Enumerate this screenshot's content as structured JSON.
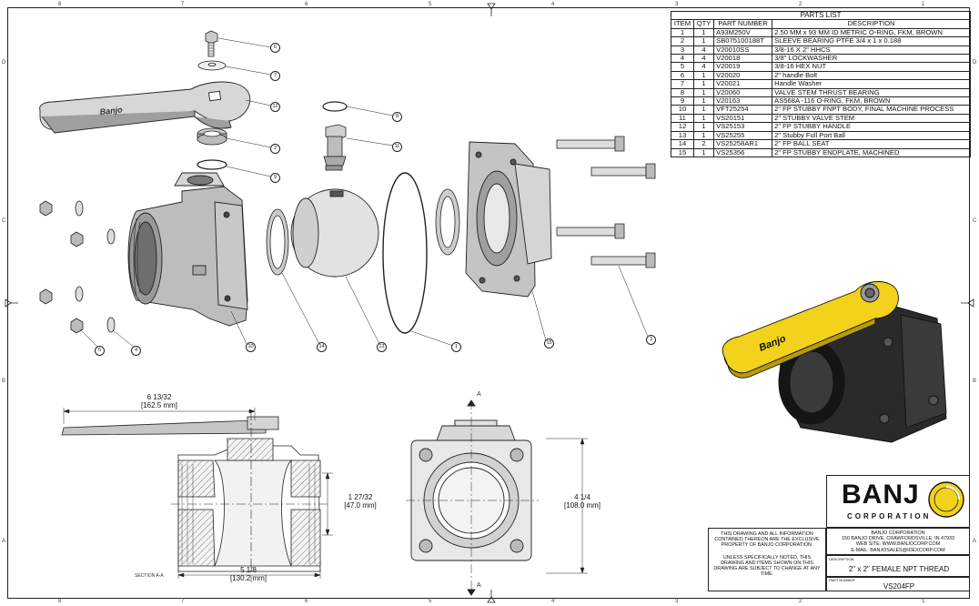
{
  "parts_list": {
    "title": "PARTS LIST",
    "headers": [
      "ITEM",
      "QTY",
      "PART NUMBER",
      "DESCRIPTION"
    ],
    "rows": [
      [
        "1",
        "1",
        "A93M250V",
        "2.50 MM x 93 MM ID METRIC O-RING, FKM, BROWN"
      ],
      [
        "2",
        "1",
        "SB075100188T",
        "SLEEVE BEARING PTFE 3/4 x 1 x 0.188"
      ],
      [
        "3",
        "4",
        "V20010SS",
        "3/8-16 X 2\" HHCS"
      ],
      [
        "4",
        "4",
        "V20018",
        "3/8\" LOCKWASHER"
      ],
      [
        "5",
        "4",
        "V20019",
        "3/8-16 HEX NUT"
      ],
      [
        "6",
        "1",
        "V20020",
        "2\" handle Bolt"
      ],
      [
        "7",
        "1",
        "V20021",
        "Handle Washer"
      ],
      [
        "8",
        "1",
        "V20060",
        "VALVE STEM THRUST BEARING"
      ],
      [
        "9",
        "1",
        "V20163",
        "AS568A -116 O-RING, FKM, BROWN"
      ],
      [
        "10",
        "1",
        "VFT25254",
        "2\" FP STUBBY FNPT BODY, FINAL MACHINE PROCESS"
      ],
      [
        "11",
        "1",
        "VS20151",
        "2\" STUBBY VALVE STEM"
      ],
      [
        "12",
        "1",
        "VS25153",
        "2\" FP STUBBY HANDLE"
      ],
      [
        "13",
        "1",
        "VS25255",
        "2\" Stubby Full Port Ball"
      ],
      [
        "14",
        "2",
        "VS25258AR1",
        "2\" FP BALL SEAT"
      ],
      [
        "15",
        "1",
        "VS25356",
        "2\" FP STUBBY ENDPLATE, MACHINED"
      ]
    ]
  },
  "border": {
    "top_numbers": [
      "8",
      "7",
      "6",
      "5",
      "4",
      "3",
      "2",
      "1"
    ],
    "side_letters": [
      "D",
      "C",
      "B",
      "A"
    ]
  },
  "callouts": {
    "c6": "6",
    "c7": "7",
    "c12": "12",
    "c2": "2",
    "c9": "9",
    "c8": "8",
    "c11": "11",
    "c10": "10",
    "c14": "14",
    "c13": "13",
    "c1": "1",
    "c15": "15",
    "c3": "3",
    "c5": "5",
    "c4": "4"
  },
  "dimensions": {
    "handle_length": "6 13/32",
    "handle_length_mm": "[162.5 mm]",
    "port_dia": "1 27/32",
    "port_dia_mm": "[47.0 mm]",
    "body_length": "5 1/8",
    "body_length_mm": "[130.2 mm]",
    "flange_height": "4 1/4",
    "flange_height_mm": "[108.0 mm]",
    "section_label": "SECTION A-A",
    "section_mark": "A"
  },
  "logo": {
    "wordmark": "BANJ",
    "tagline": "CORPORATION",
    "brand_color": "#f2d21b"
  },
  "handle_text": "Banjo",
  "title_block": {
    "notice_1": "THIS DRAWING AND ALL INFORMATION CONTAINED THEREON ARE THE EXCLUSIVE PROPERTY OF BANJO CORPORATION.",
    "notice_2": "UNLESS SPECIFICALLY NOTED, THIS DRAWING AND ITEMS SHOWN ON THIS DRAWING ARE SUBJECT TO CHANGE AT ANY TIME.",
    "company": "BANJO CORPORATION",
    "address": "150 BANJO DRIVE, CRAWFORDSVILLE, IN 47933",
    "website": "WEB SITE: WWW.BANJOCORP.COM",
    "email": "E-MAIL: BANJOSALES@IDEXCORP.COM",
    "description_label": "DESCRIPTION",
    "description": "2\" x 2\" FEMALE NPT THREAD",
    "part_number_label": "PART NUMBER",
    "part_number": "VS204FP"
  }
}
